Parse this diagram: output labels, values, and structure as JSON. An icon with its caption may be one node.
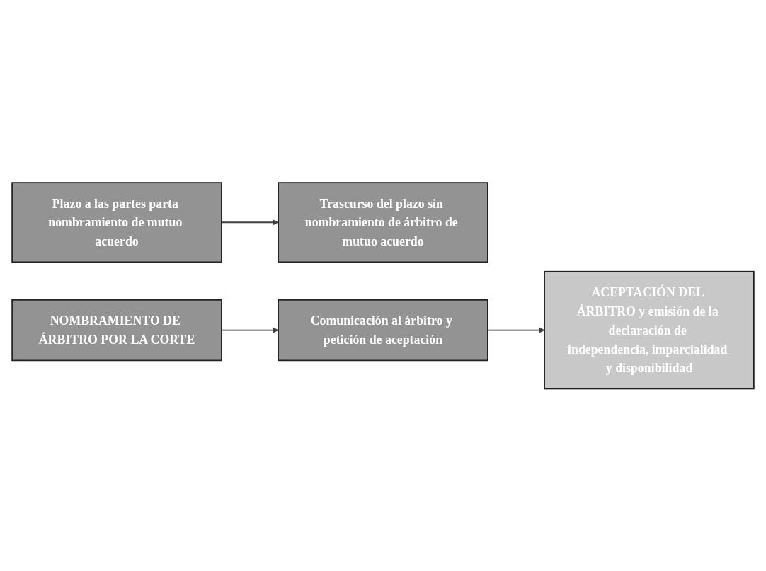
{
  "diagram": {
    "nodes": [
      {
        "text": [
          "Plazo a las partes parta nombramiento de mutuo acuerdo"
        ]
      },
      {
        "text": [
          "Trascurso del plazo sin nombramiento de árbitro de mutuo acuerdo"
        ]
      },
      {
        "text": [
          "NOMBRAMIENTO DE ÁRBITRO POR LA CORTE"
        ]
      },
      {
        "text": [
          "Comunicación al árbitro y petición de aceptación"
        ]
      },
      {
        "text": [
          "ACEPTACIÓN DEL ÁRBITRO y emisión de la declaración de independencia, imparcialidad y disponibilidad"
        ]
      }
    ],
    "edges": [
      {
        "from": 0,
        "to": 1,
        "arrow": "to"
      },
      {
        "from": 2,
        "to": 3,
        "arrow": "to"
      },
      {
        "from": 3,
        "to": 4,
        "arrow": "to"
      }
    ]
  }
}
